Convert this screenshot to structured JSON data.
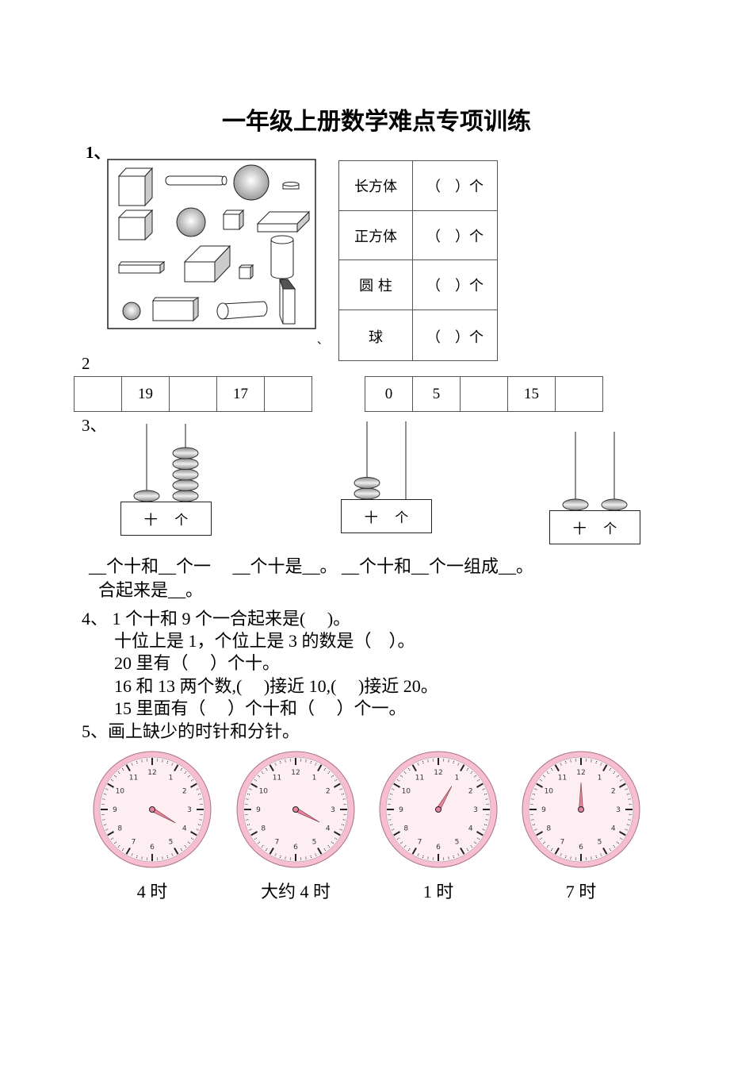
{
  "title": "一年级上册数学难点专项训练",
  "q1": {
    "label": "1、",
    "rows": [
      {
        "shape": "长方体",
        "answer": "（　）个"
      },
      {
        "shape": "正方体",
        "answer": "（　）个"
      },
      {
        "shape": "圆 柱",
        "answer": "（　）个"
      },
      {
        "shape": "球",
        "answer": "（　）个"
      }
    ]
  },
  "q2": {
    "label": "2",
    "sep": "、",
    "row1": [
      "",
      "19",
      "",
      "17",
      ""
    ],
    "row2": [
      "0",
      "5",
      "",
      "15",
      ""
    ]
  },
  "q3": {
    "label": "3、",
    "abacus": [
      {
        "tens_label": "十",
        "ones_label": "个",
        "tens": 1,
        "ones": 5
      },
      {
        "tens_label": "十",
        "ones_label": "个",
        "tens": 2,
        "ones": 0
      },
      {
        "tens_label": "十",
        "ones_label": "个",
        "tens": 1,
        "ones": 1
      }
    ],
    "line1": "__个十和__个一　 __个十是__。 __个十和__个一组成__。",
    "line2": "合起来是__。"
  },
  "q4": {
    "lines": [
      "4、 1 个十和 9 个一合起来是(　 )。",
      "十位上是 1，个位上是 3 的数是（　）。",
      "20 里有（　 ）个十。",
      "16 和 13 两个数,(　 )接近 10,(　 )接近 20。",
      "15 里面有（　 ）个十和（　 ）个一。"
    ]
  },
  "q5": {
    "text": "5、画上缺少的时针和分针。",
    "clocks": [
      {
        "caption": "4 时",
        "hand_angle_deg": 120
      },
      {
        "caption": "大约 4 时",
        "hand_angle_deg": 118
      },
      {
        "caption": "1 时",
        "hand_angle_deg": 30
      },
      {
        "caption": "7 时",
        "hand_angle_deg": 0
      }
    ],
    "colors": {
      "ring": "#f6bdd3",
      "face": "#fdeef3",
      "hand": "#e8829f"
    }
  }
}
